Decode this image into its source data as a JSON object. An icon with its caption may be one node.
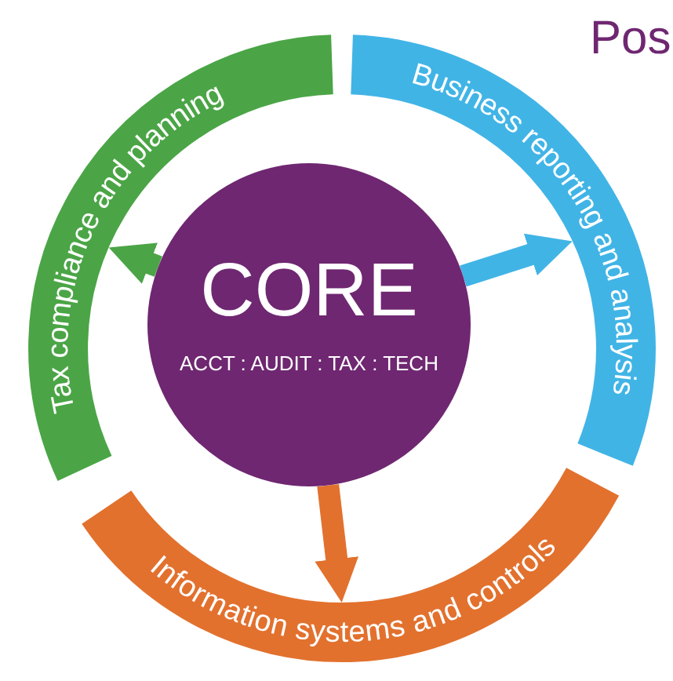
{
  "diagram": {
    "nodes": [
      {
        "text": [
          "CORE",
          "ACCT : AUDIT : TAX : TECH"
        ]
      },
      {
        "text": [
          "Tax compliance and planning"
        ]
      },
      {
        "text": [
          "Business reporting and analysis"
        ]
      },
      {
        "text": [
          "Information systems and controls"
        ]
      }
    ],
    "edges": [
      {
        "from": 0,
        "to": 1,
        "arrow": "to",
        "color": "#4ba546"
      },
      {
        "from": 0,
        "to": 2,
        "arrow": "to",
        "color": "#41b4e6"
      },
      {
        "from": 0,
        "to": 3,
        "arrow": "to",
        "color": "#e2712e"
      }
    ],
    "labels": [
      "Pos"
    ]
  }
}
